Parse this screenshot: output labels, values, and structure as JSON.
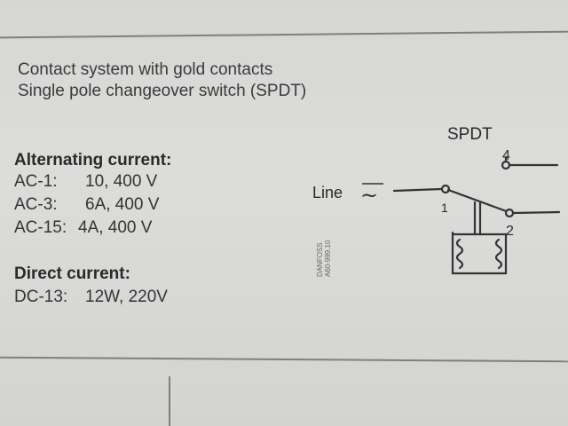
{
  "intro": {
    "line1": "Contact system with gold contacts",
    "line2": "Single pole changeover switch (SPDT)"
  },
  "ac": {
    "heading": "Alternating current:",
    "rows": [
      {
        "label": "AC-1:",
        "value": "10, 400 V"
      },
      {
        "label": "AC-3:",
        "value": "6A, 400 V"
      },
      {
        "label": "AC-15:",
        "value": "4A, 400 V"
      }
    ]
  },
  "dc": {
    "heading": "Direct current:",
    "rows": [
      {
        "label": "DC-13:",
        "value": "12W, 220V"
      }
    ]
  },
  "diagram": {
    "title": "SPDT",
    "line_label": "Line",
    "ac_symbol": "~",
    "terminal_1": "1",
    "terminal_2": "2",
    "terminal_4": "4",
    "maker": "DANFOSS",
    "part_no": "A60-999.10"
  },
  "colors": {
    "ink": "#2a2a2a",
    "paper": "#d8d9d7",
    "rule": "#7e7f7e"
  }
}
